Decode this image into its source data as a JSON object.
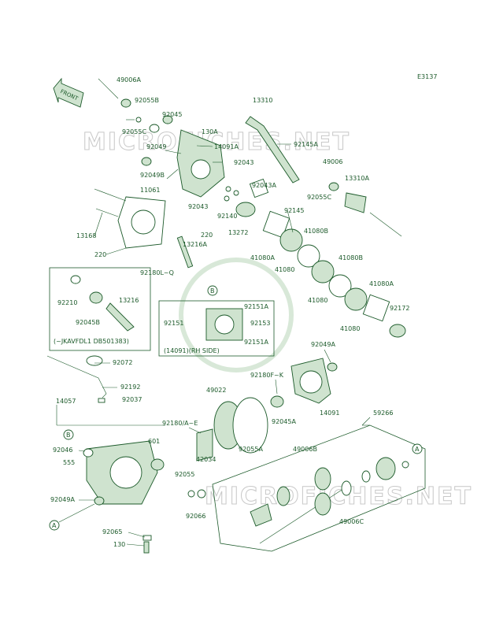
{
  "figure_code": "E3137",
  "front_label": "FRONT",
  "watermark": "MICROFICHES.NET",
  "callouts": {
    "c49006A": "49006A",
    "c92055B": "92055B",
    "c92055C_top": "92055C",
    "c92045_top": "92045",
    "c130A": "130A",
    "c14091A": "14091A",
    "c92049": "92049",
    "c92043_a": "92043",
    "c92049B": "92049B",
    "c92043_b": "92043",
    "c11061": "11061",
    "c13168": "13168",
    "c220_a": "220",
    "c220_b": "220",
    "c13216A": "13216A",
    "c92180LQ": "92180L~Q",
    "c13310": "13310",
    "c92145A": "92145A",
    "c49006": "49006",
    "c13310A": "13310A",
    "c92055C_right": "92055C",
    "c92043A": "92043A",
    "c92140": "92140",
    "c13272": "13272",
    "c92145": "92145",
    "c41080B_a": "41080B",
    "c41080A_a": "41080A",
    "c41080_a": "41080",
    "c41080B_b": "41080B",
    "c41080_b": "41080",
    "c41080A_b": "41080A",
    "c92172": "92172",
    "c41080_c": "41080",
    "c92210": "92210",
    "c13216": "13216",
    "c92045B": "92045B",
    "inset_note": "(~JKAVFDL1 DB501383)",
    "c92151A_a": "92151A",
    "c92151": "92151",
    "c92153": "92153",
    "c92151A_b": "92151A",
    "rh_note": "(14091)(RH SIDE)",
    "c92049A_right": "92049A",
    "c92072": "92072",
    "c92192": "92192",
    "c92037": "92037",
    "c14057": "14057",
    "c92180FK": "92180F~K",
    "c49022": "49022",
    "c14091": "14091",
    "c92045A": "92045A",
    "c59266": "59266",
    "c92180AE": "92180/A~E",
    "c92046": "92046",
    "c555": "555",
    "c601": "601",
    "c42034": "42034",
    "c92055A": "92055A",
    "c49006B": "49006B",
    "c92055": "92055",
    "c92049A_left": "92049A",
    "c92066": "92066",
    "c49006C": "49006C",
    "c92065": "92065",
    "c130": "130",
    "ref_A": "A",
    "ref_B": "B"
  },
  "colors": {
    "line": "#1c5a2a",
    "watermark": "#c8c8c8",
    "fill": "#cfe3cf"
  }
}
